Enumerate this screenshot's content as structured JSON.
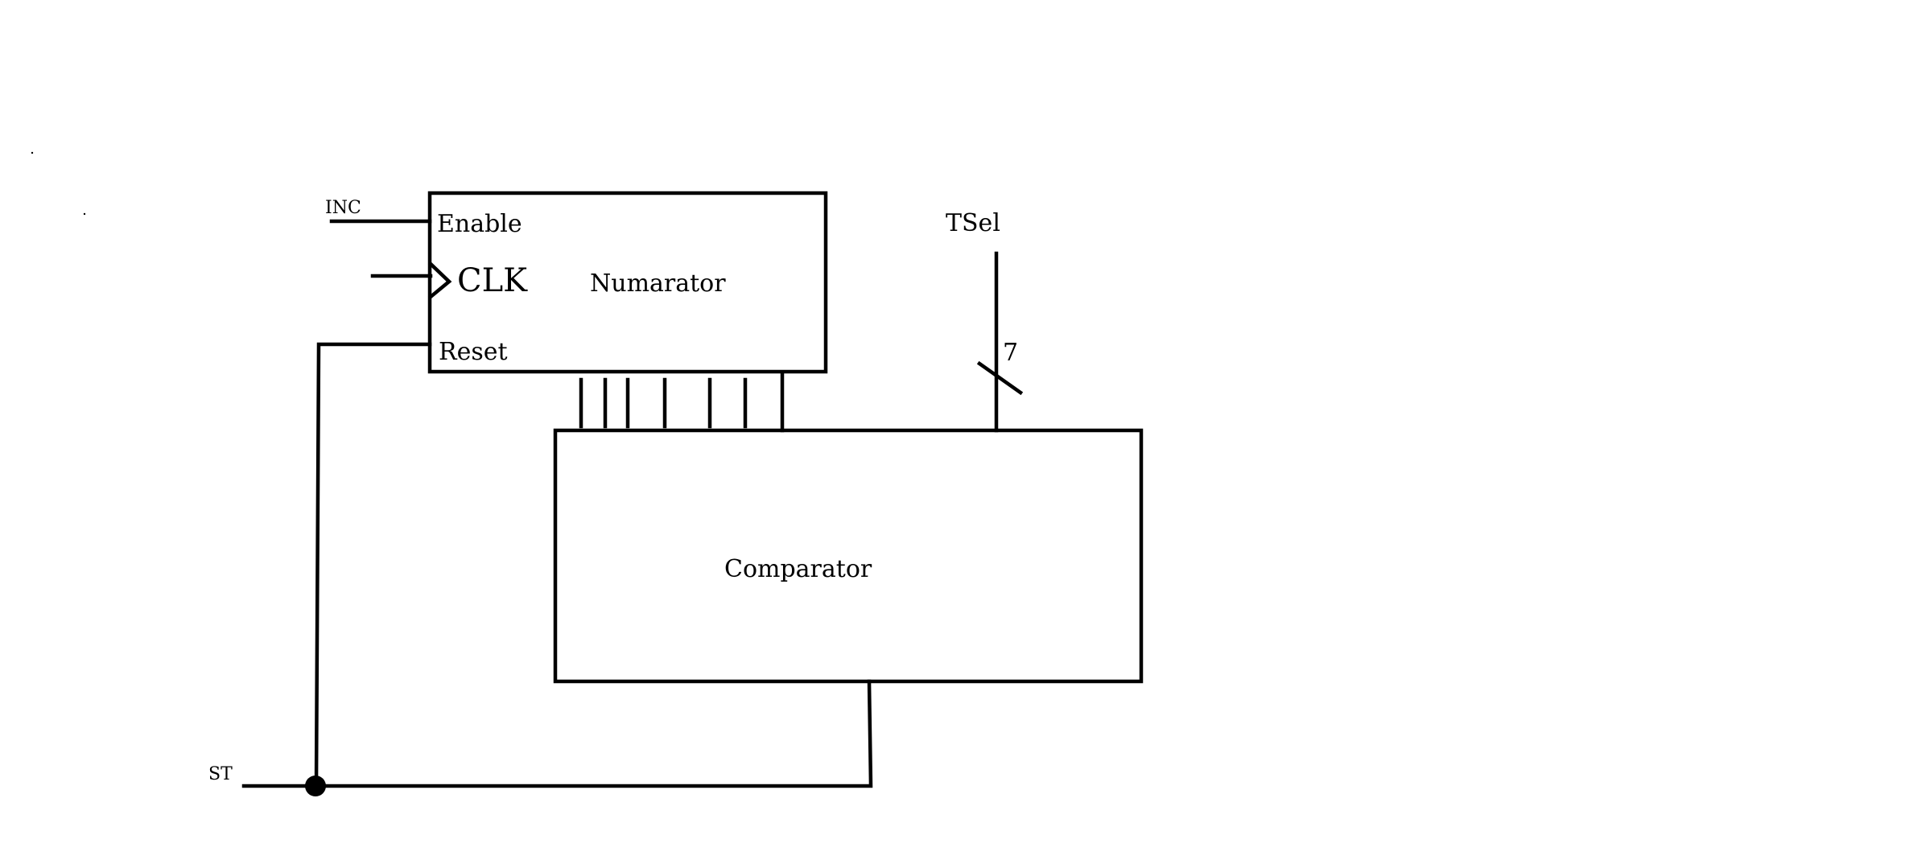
{
  "diagram": {
    "blocks": {
      "counter": {
        "title": "Numarator",
        "ports": {
          "enable": "Enable",
          "clk": "CLK",
          "reset": "Reset"
        }
      },
      "comparator": {
        "title": "Comparator"
      }
    },
    "signals": {
      "inc": "INC",
      "tsel": "TSel",
      "tsel_width": "7",
      "st": "ST"
    },
    "colors": {
      "stroke": "#000000",
      "background": "#ffffff"
    }
  }
}
